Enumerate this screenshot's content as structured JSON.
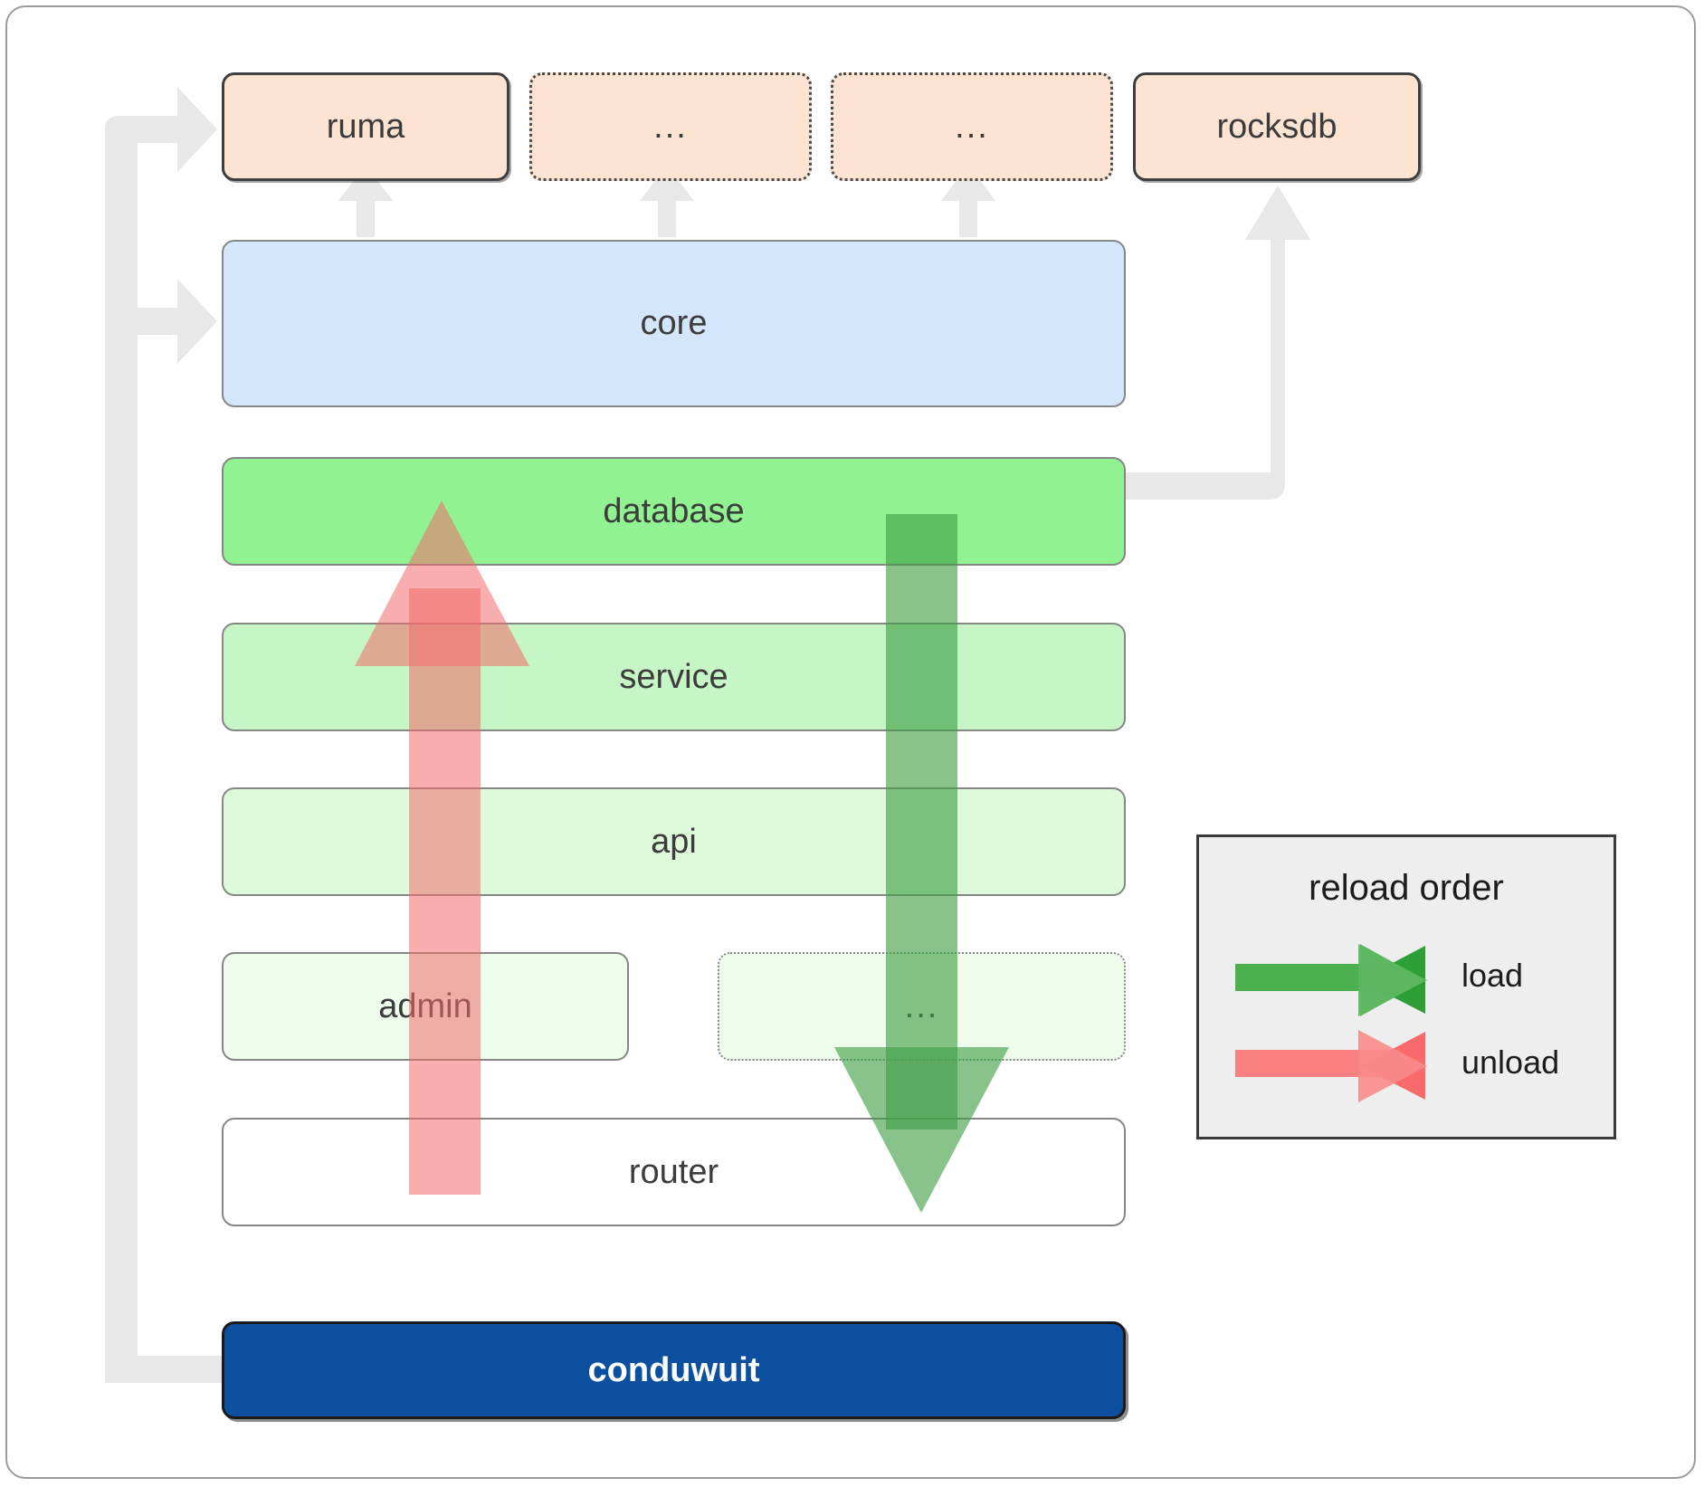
{
  "diagram": {
    "title": "conduwuit crate layering / reload order",
    "colors": {
      "dependency_fill": "#fde3d2",
      "core_fill": "#d4e6fb",
      "database_fill": "#90f291",
      "service_fill": "#c6f6c5",
      "api_fill": "#ddfadb",
      "admin_fill": "#eefcec",
      "router_fill": "#ffffff",
      "main_fill": "#0b4f9e",
      "load_arrow": "#4caf50",
      "unload_arrow": "#f98080",
      "connector_gray": "#e8e8e8",
      "legend_bg": "#eeeeee"
    },
    "dependencies": [
      {
        "id": "ruma",
        "label": "ruma",
        "style": "solid"
      },
      {
        "id": "dep-2",
        "label": "...",
        "style": "dotted"
      },
      {
        "id": "dep-3",
        "label": "...",
        "style": "dotted"
      },
      {
        "id": "rocksdb",
        "label": "rocksdb",
        "style": "solid"
      }
    ],
    "layers": [
      {
        "id": "core",
        "label": "core",
        "style": "solid"
      },
      {
        "id": "database",
        "label": "database",
        "style": "solid"
      },
      {
        "id": "service",
        "label": "service",
        "style": "solid"
      },
      {
        "id": "api",
        "label": "api",
        "style": "solid"
      },
      {
        "id": "admin",
        "label": "admin",
        "style": "solid"
      },
      {
        "id": "layer-dots",
        "label": "...",
        "style": "dotted"
      },
      {
        "id": "router",
        "label": "router",
        "style": "solid"
      }
    ],
    "main": {
      "id": "conduwuit",
      "label": "conduwuit"
    },
    "legend": {
      "title": "reload order",
      "items": [
        {
          "id": "load",
          "label": "load",
          "color": "#4caf50",
          "direction": "down"
        },
        {
          "id": "unload",
          "label": "unload",
          "color": "#f98080",
          "direction": "up"
        }
      ]
    }
  }
}
